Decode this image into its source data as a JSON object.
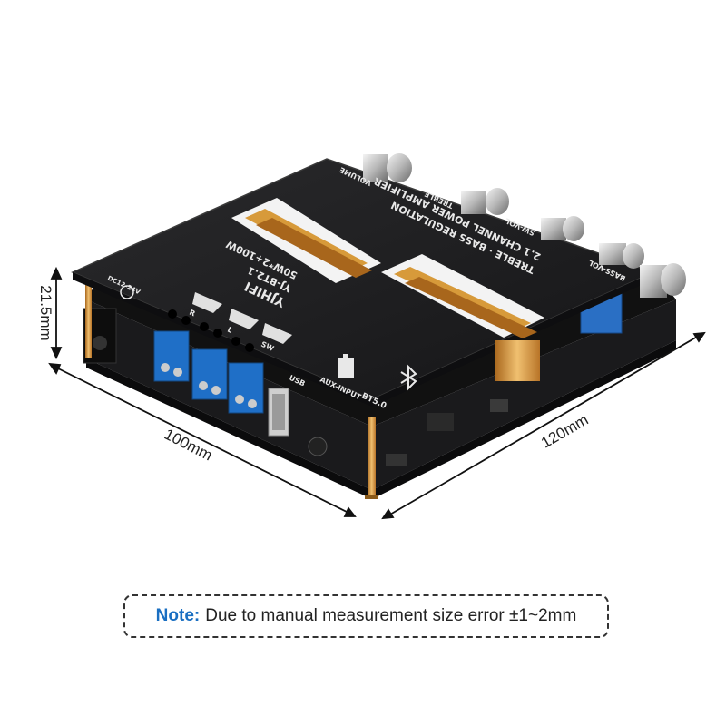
{
  "dimensions": {
    "height": "21.5mm",
    "width": "100mm",
    "depth": "120mm"
  },
  "board": {
    "brand": "YJHIFI",
    "model": "YJ-BT2.1",
    "power": "50W*2+100W",
    "title_line1": "TREBLE · BASS REGULATION",
    "title_line2": "2.1 CHANNEL POWER AMPLIFIER",
    "knob_labels": [
      "VOLUME",
      "TREBLE",
      "SW-VOL",
      "BASS-VOL"
    ],
    "connector_labels": [
      "USB",
      "AUX-INPUT",
      "BT5.0",
      "DC12-24V"
    ],
    "channel_labels": [
      "R",
      "L",
      "SW"
    ]
  },
  "note": {
    "key": "Note:",
    "text": "Due to manual measurement size error ±1~2mm"
  },
  "colors": {
    "pcb": "#1c1c1e",
    "heatsink": "#d79a3a",
    "terminal": "#1f6fc7",
    "note_key": "#1a6fc2"
  }
}
